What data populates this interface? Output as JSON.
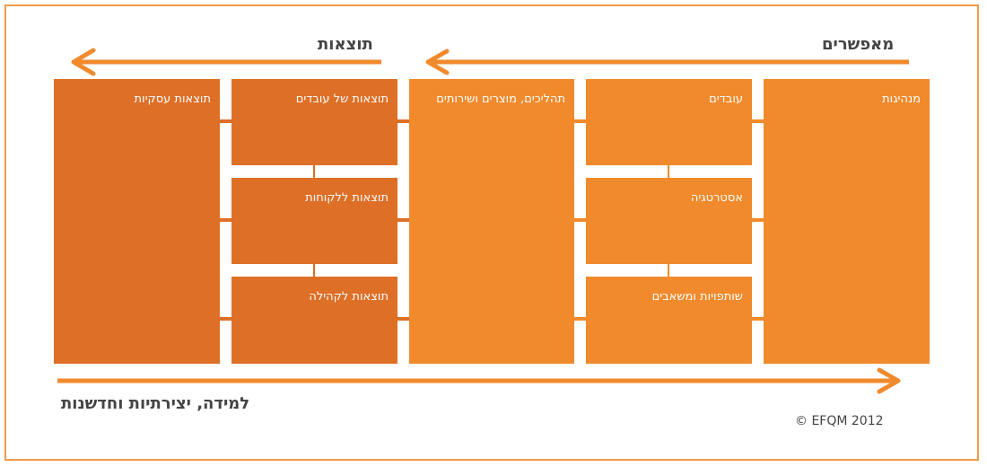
{
  "headers": {
    "results": "תוצאות",
    "enablers": "מאפשרים"
  },
  "boxes": {
    "leadership": "מנהיגות",
    "employees": "עובדים",
    "strategy": "אסטרטגיה",
    "partnerships": "שותפויות ומשאבים",
    "processes": "תהליכים, מוצרים ושירותים",
    "employee_results": "תוצאות של עובדים",
    "customer_results": "תוצאות ללקוחות",
    "community_results": "תוצאות לקהילה",
    "business_results": "תוצאות עסקיות"
  },
  "footer": {
    "learning": "למידה, יצירתיות וחדשנות",
    "copyright": "© EFQM 2012"
  },
  "colors": {
    "results": "#de6f27",
    "enablers": "#f08a2c",
    "arrow": "#f08a2c",
    "frame": "#f29a4a",
    "text_dark": "#444444"
  }
}
